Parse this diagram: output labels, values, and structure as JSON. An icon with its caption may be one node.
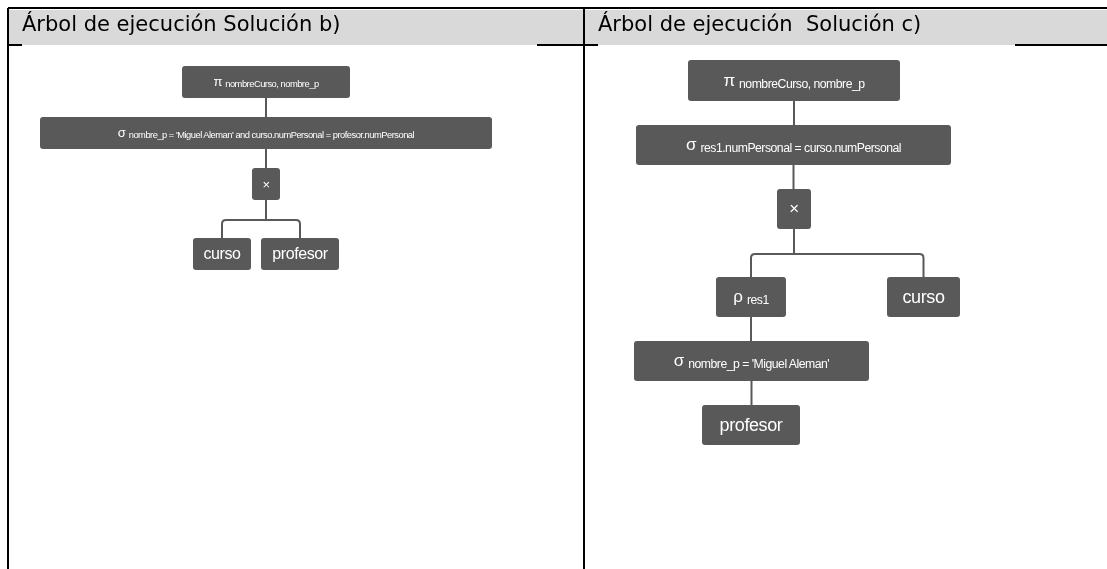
{
  "diagram": {
    "nodes": [
      {
        "text": [
          "π $_{nombreCurso, nombre_p}$"
        ]
      },
      {
        "text": [
          "σ $_{nombre_p = 'Miguel Aleman' and curso.numPersonal = profesor.numPersonal}$"
        ]
      },
      {
        "text": [
          "×"
        ]
      },
      {
        "text": [
          "curso"
        ]
      },
      {
        "text": [
          "profesor"
        ]
      },
      {
        "text": [
          "π $_{nombreCurso, nombre_p}$"
        ]
      },
      {
        "text": [
          "σ $_{res1.numPersonal = curso.numPersonal}$"
        ]
      },
      {
        "text": [
          "×"
        ]
      },
      {
        "text": [
          "ρ $_{res1}$"
        ]
      },
      {
        "text": [
          "curso"
        ]
      },
      {
        "text": [
          "σ $_{nombre_p = 'Miguel Aleman'}$"
        ]
      },
      {
        "text": [
          "profesor"
        ]
      }
    ],
    "edges": [
      {
        "from": 0,
        "to": 1,
        "arrow": "none"
      },
      {
        "from": 1,
        "to": 2,
        "arrow": "none"
      },
      {
        "from": 2,
        "to": 3,
        "arrow": "none"
      },
      {
        "from": 2,
        "to": 4,
        "arrow": "none"
      },
      {
        "from": 5,
        "to": 6,
        "arrow": "none"
      },
      {
        "from": 6,
        "to": 7,
        "arrow": "none"
      },
      {
        "from": 7,
        "to": 8,
        "arrow": "none"
      },
      {
        "from": 7,
        "to": 9,
        "arrow": "none"
      },
      {
        "from": 8,
        "to": 10,
        "arrow": "none"
      },
      {
        "from": 10,
        "to": 11,
        "arrow": "none"
      }
    ],
    "labels": [
      "Árbol de ejecución Solución b)",
      "Árbol de ejecución  Solución c)"
    ]
  }
}
